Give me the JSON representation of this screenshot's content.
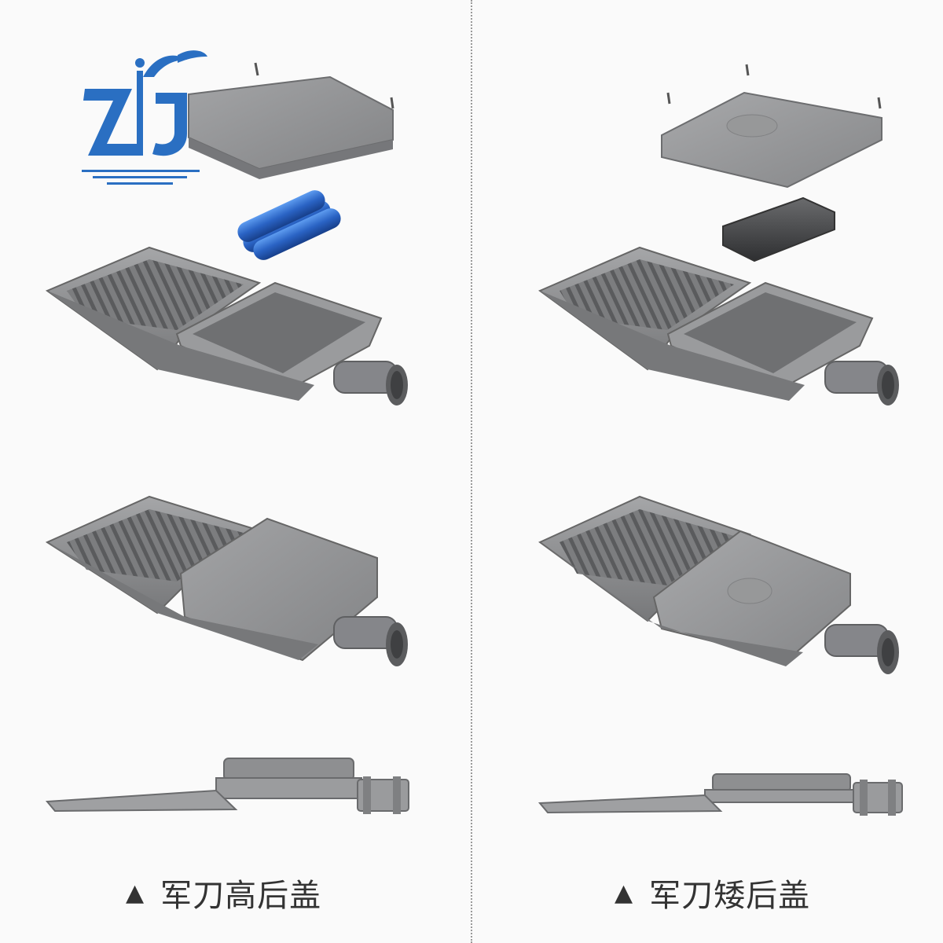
{
  "brand": {
    "logo_text": "ZJ",
    "logo_color": "#2a6fc2"
  },
  "marker": {
    "icon": "triangle-up-icon",
    "glyph": "▲"
  },
  "panels": [
    {
      "caption": "军刀高后盖",
      "variant": "tall-back-cover"
    },
    {
      "caption": "军刀矮后盖",
      "variant": "low-back-cover"
    }
  ],
  "colors": {
    "housing": "#8d8e90",
    "housing_dark": "#6d6e70",
    "battery": "#2f6fd0",
    "background": "#fafafa"
  }
}
